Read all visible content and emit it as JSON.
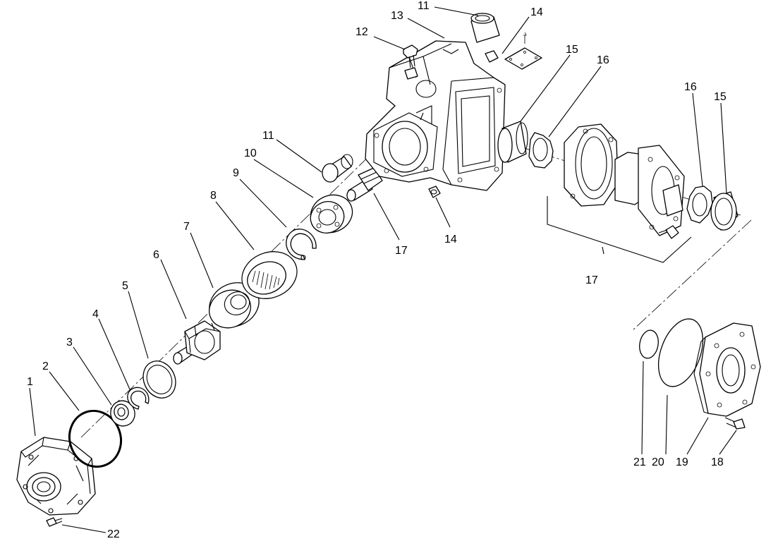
{
  "callouts": {
    "c1": "1",
    "c2": "2",
    "c3": "3",
    "c4": "4",
    "c5": "5",
    "c6": "6",
    "c7": "7",
    "c8": "8",
    "c9": "9",
    "c10": "10",
    "c11a": "11",
    "c11b": "11",
    "c12": "12",
    "c13": "13",
    "c14a": "14",
    "c14b": "14",
    "c15a": "15",
    "c15b": "15",
    "c16a": "16",
    "c16b": "16",
    "c17a": "17",
    "c17b": "17",
    "c18": "18",
    "c19": "19",
    "c20": "20",
    "c21": "21",
    "c22": "22"
  }
}
